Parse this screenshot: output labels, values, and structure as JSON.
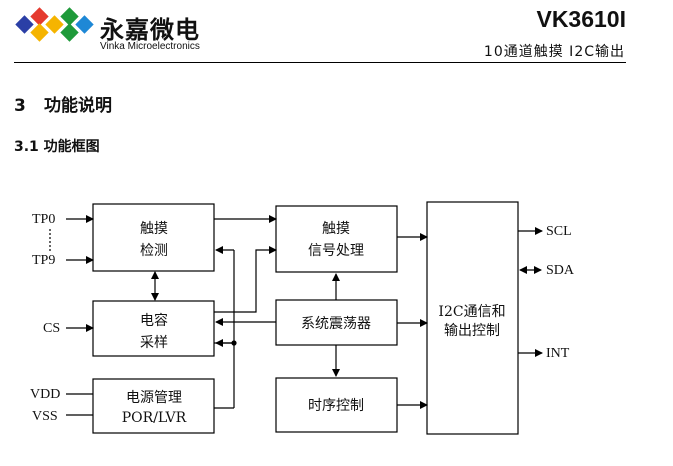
{
  "header": {
    "brand_cn": "永嘉微电",
    "brand_en": "Vinka Microelectronics",
    "part_number": "VK3610I",
    "subtitle": "10通道触摸 I2C输出",
    "logo_colors": [
      "#2b3fa6",
      "#e53a2f",
      "#f5b400",
      "#1f9a3a",
      "#1e88d6"
    ]
  },
  "section": {
    "number": "3",
    "title": "功能说明"
  },
  "subsection": {
    "label": "3.1 功能框图"
  },
  "diagram": {
    "blocks": {
      "touch_detect": [
        "触摸",
        "检测"
      ],
      "cap_sample": [
        "电容",
        "采样"
      ],
      "power_mgmt": [
        "电源管理",
        "POR/LVR"
      ],
      "touch_signal": [
        "触摸",
        "信号处理"
      ],
      "oscillator": [
        "系统震荡器"
      ],
      "timing_ctrl": [
        "时序控制"
      ],
      "i2c_output": [
        "I2C通信和",
        "输出控制"
      ]
    },
    "inputs": {
      "tp0": "TP0",
      "tp9": "TP9",
      "cs": "CS",
      "vdd": "VDD",
      "vss": "VSS"
    },
    "outputs": {
      "scl": "SCL",
      "sda": "SDA",
      "int": "INT"
    }
  }
}
